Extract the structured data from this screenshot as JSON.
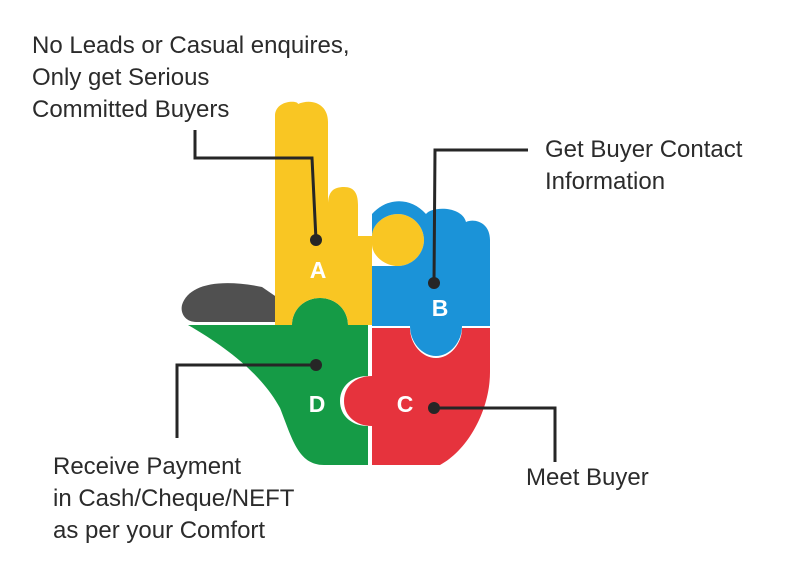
{
  "pieces": [
    {
      "letter": "A",
      "color": "#f9c623"
    },
    {
      "letter": "B",
      "color": "#1b93d8"
    },
    {
      "letter": "C",
      "color": "#e6333d"
    },
    {
      "letter": "D",
      "color": "#159b46"
    }
  ],
  "thumb_color": "#505050",
  "connector_color": "#262626",
  "callouts": {
    "a": {
      "lines": [
        "No Leads or Casual enquires,",
        "Only get Serious",
        "Committed Buyers"
      ]
    },
    "b": {
      "lines": [
        "Get Buyer Contact",
        "Information"
      ]
    },
    "c": {
      "lines": [
        "Meet Buyer"
      ]
    },
    "d": {
      "lines": [
        "Receive Payment",
        "in Cash/Cheque/NEFT",
        "as per your Comfort"
      ]
    }
  }
}
